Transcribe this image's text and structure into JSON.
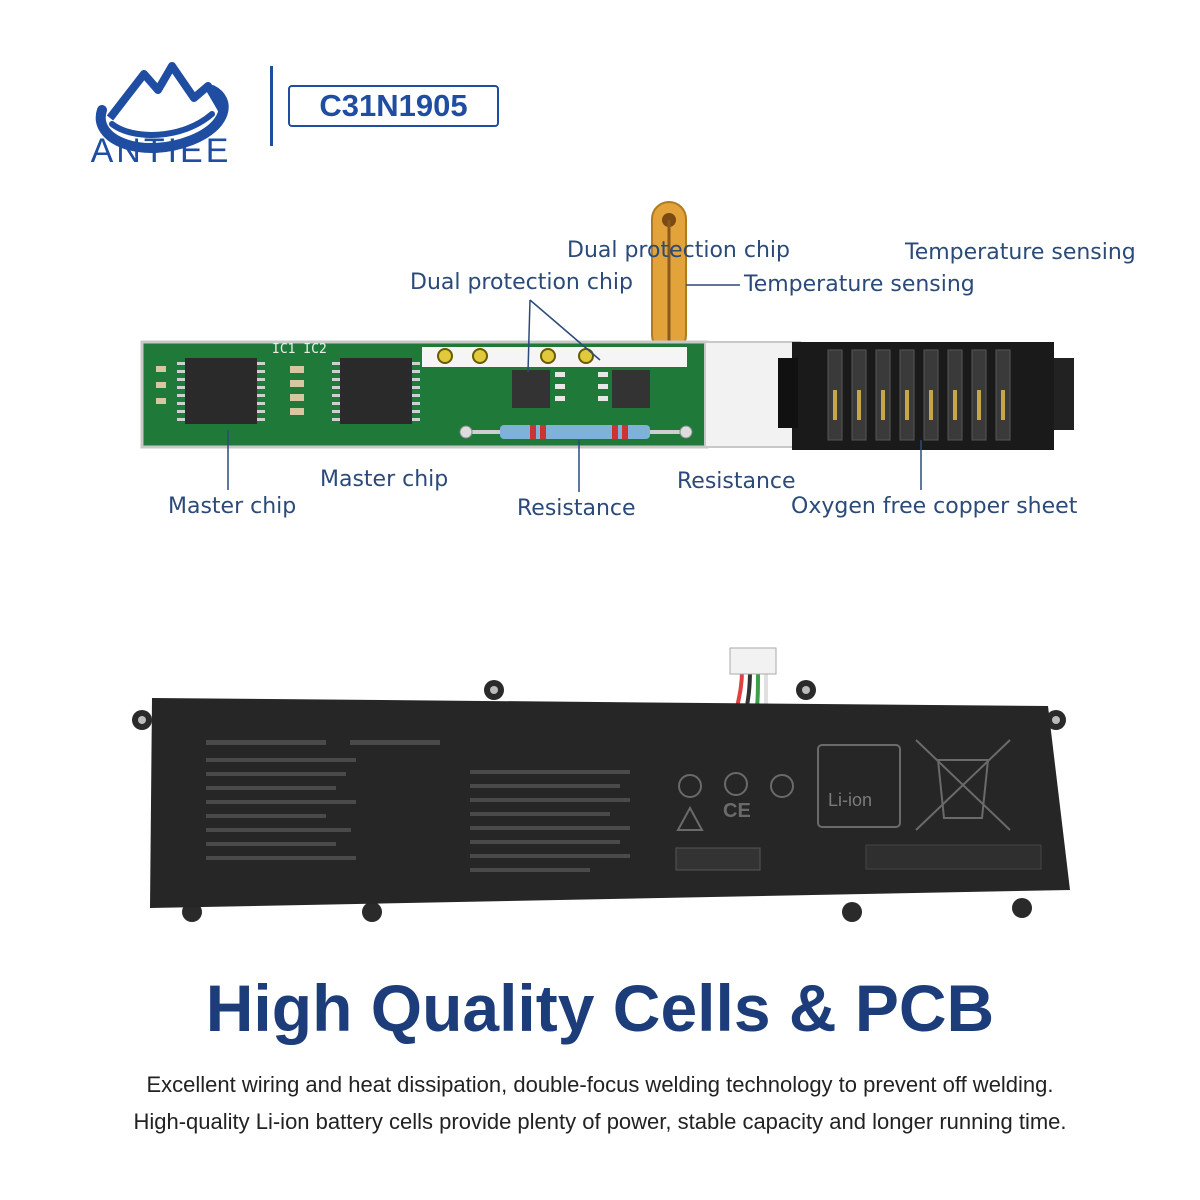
{
  "brand": {
    "name": "ANTIEE",
    "model": "C31N1905",
    "logo_icon": "mountain-wave-logo",
    "color": "#1e4da1"
  },
  "pcb_labels": {
    "dual_protection_chip_a": "Dual protection chip",
    "dual_protection_chip_b": "Dual protection chip",
    "temperature_sensing_a": "Temperature sensing",
    "temperature_sensing_b": "Temperature sensing",
    "master_chip_a": "Master chip",
    "master_chip_b": "Master chip",
    "resistance_a": "Resistance",
    "resistance_b": "Resistance",
    "oxygen_free_copper": "Oxygen free copper sheet",
    "ic_label": "IC1  IC2"
  },
  "battery": {
    "recycle_label": "Li-ion",
    "ce_mark": "CE"
  },
  "headline": "High Quality Cells & PCB",
  "description": [
    "Excellent wiring and heat dissipation, double-focus welding technology to prevent off welding.",
    "High-quality Li-ion battery cells provide plenty of power, stable capacity and longer running time."
  ]
}
